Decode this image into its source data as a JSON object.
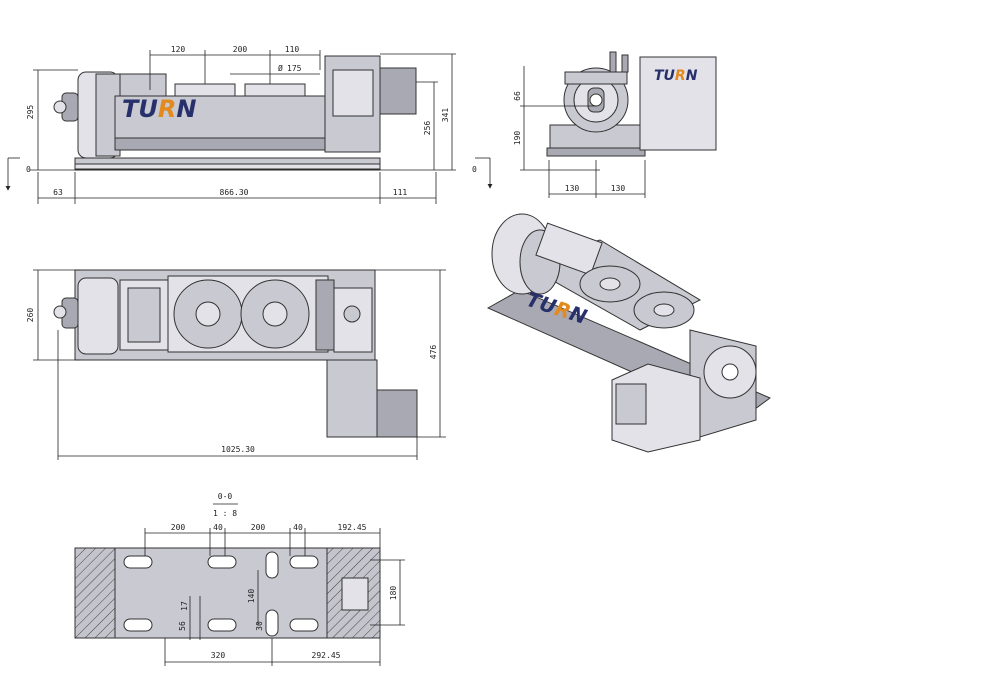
{
  "brand": {
    "logo_text": "TURN",
    "logo_left": "TU",
    "logo_mid": "R",
    "logo_right": "N",
    "colors": {
      "navy": "#27306b",
      "orange": "#e38a1f",
      "metal": "#c9c9d1"
    }
  },
  "front_view": {
    "top_dims": [
      "120",
      "200",
      "110"
    ],
    "diameter": "175",
    "left_height": "295",
    "right_heights": [
      "256",
      "341"
    ],
    "bottom_dims": [
      "63",
      "866.30",
      "111"
    ],
    "section_marker": "0"
  },
  "side_view": {
    "section_marker": "0",
    "heights": [
      "66",
      "190"
    ],
    "widths": [
      "130",
      "130"
    ]
  },
  "top_view": {
    "left_height": "260",
    "right_height": "476",
    "total_length": "1025.30"
  },
  "section_view": {
    "title": "0-0",
    "scale": "1 : 8",
    "top_dims": [
      "200",
      "40",
      "200",
      "40",
      "192.45"
    ],
    "inner_dims": [
      "17",
      "56",
      "140",
      "30"
    ],
    "right_height": "180",
    "bottom_dims": [
      "320",
      "292.45"
    ]
  },
  "icons": [
    "arrow-down-icon",
    "diameter-icon"
  ]
}
